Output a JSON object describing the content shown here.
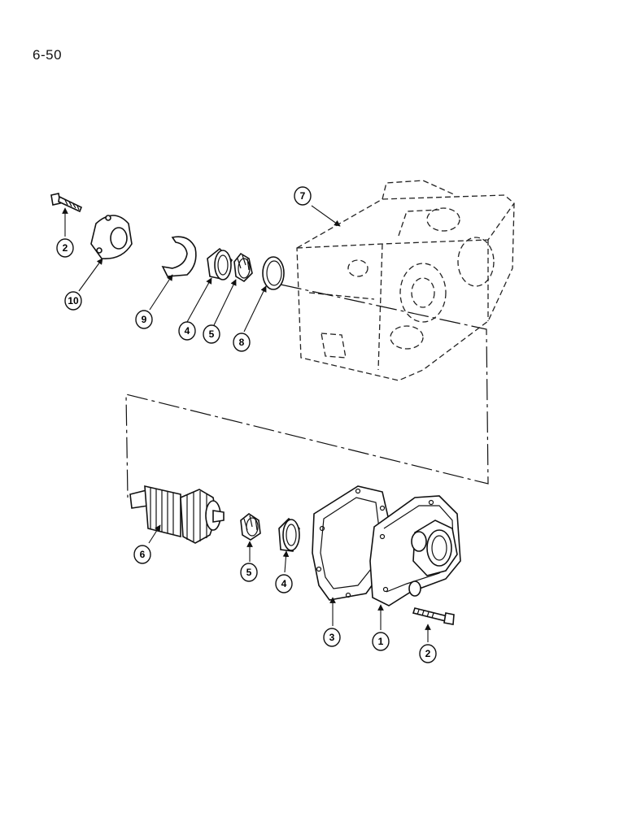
{
  "page": {
    "number": "6-50"
  },
  "callouts": [
    "7",
    "2",
    "10",
    "9",
    "4",
    "5",
    "8",
    "6",
    "5",
    "4",
    "3",
    "1",
    "2"
  ]
}
